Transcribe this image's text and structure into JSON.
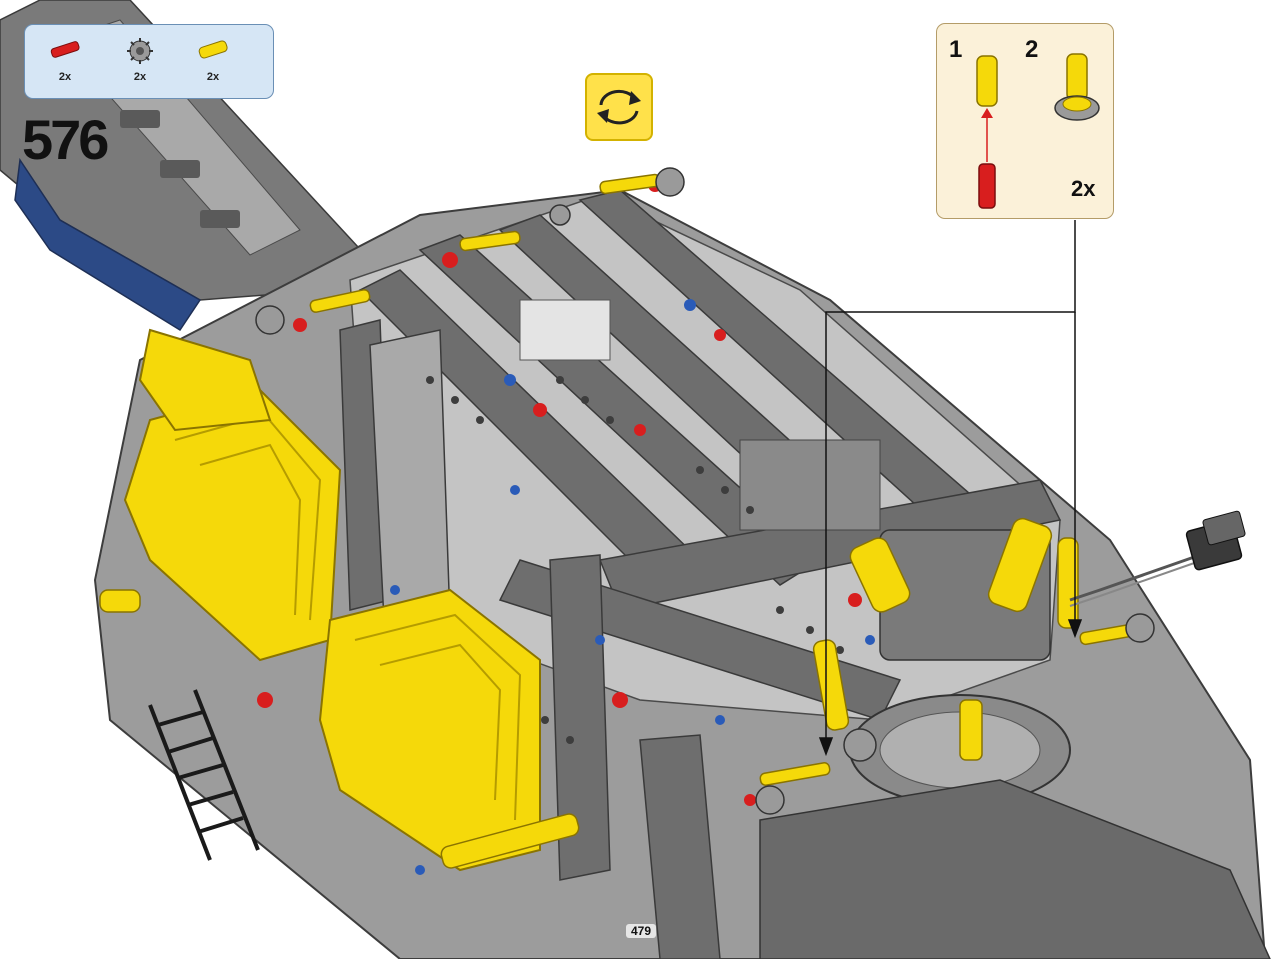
{
  "step": {
    "number": "576"
  },
  "parts_callout": {
    "items": [
      {
        "part": "red-axle-connector",
        "qty": "2x",
        "color": "#d81e1e"
      },
      {
        "part": "dark-gray-gear",
        "qty": "2x",
        "color": "#8a8a8a"
      },
      {
        "part": "yellow-axle-connector",
        "qty": "2x",
        "color": "#f5d90a"
      }
    ]
  },
  "rotate_icon": {
    "name": "rotate-model-icon",
    "color": "#ffe14a"
  },
  "sub_assembly": {
    "step_1": "1",
    "step_2": "2",
    "quantity": "2x"
  },
  "page": {
    "number": "479"
  },
  "colors": {
    "dark_gray": "#6e6e6e",
    "light_gray": "#b9b9b9",
    "yellow": "#f5d90a",
    "blue": "#2c4a86",
    "red": "#d81e1e"
  }
}
